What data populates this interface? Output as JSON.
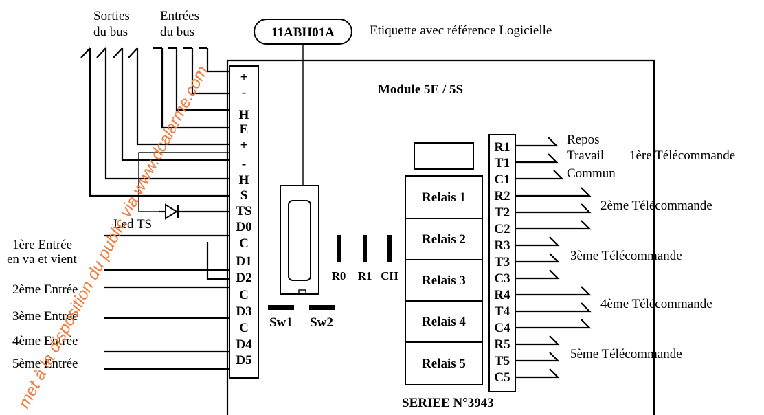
{
  "labels": {
    "sorties_1": "Sorties",
    "sorties_2": "du bus",
    "entrees_1": "Entrées",
    "entrees_2": "du bus",
    "etiquette_ref": "11ABH01A",
    "etiquette_caption": "Etiquette avec référence Logicielle",
    "module_title": "Module 5E / 5S",
    "led_ts": "Led TS",
    "serie": "SERIEE N°3943"
  },
  "terminal_left": [
    "+",
    "-",
    "H",
    "E",
    "+",
    "-",
    "H",
    "S",
    "TS",
    "D0",
    "C",
    "D1",
    "D2",
    "C",
    "D3",
    "C",
    "D4",
    "D5"
  ],
  "inputs": {
    "in1_1": "1ère Entrée",
    "in1_2": "en va et vient",
    "in2": "2ème Entrée",
    "in3": "3ème Entrée",
    "in4": "4ème Entrée",
    "in5": "5ème Entrée"
  },
  "jumpers": [
    "R0",
    "R1",
    "CH"
  ],
  "switches": [
    "Sw1",
    "Sw2"
  ],
  "relays": [
    "Relais 1",
    "Relais 2",
    "Relais 3",
    "Relais 4",
    "Relais 5"
  ],
  "terminal_right": [
    "R1",
    "T1",
    "C1",
    "R2",
    "T2",
    "C2",
    "R3",
    "T3",
    "C3",
    "R4",
    "T4",
    "C4",
    "R5",
    "T5",
    "C5"
  ],
  "outputs": {
    "repos": "Repos",
    "travail": "Travail",
    "commun": "Commun",
    "tel1": "1ère Télécommande",
    "tel2": "2ème Télécommande",
    "tel3": "3ème Télécommande",
    "tel4": "4ème Télécommande",
    "tel5": "5ème Télécommande"
  },
  "watermark": "met à la disposition du public via www.dcalarme.com"
}
